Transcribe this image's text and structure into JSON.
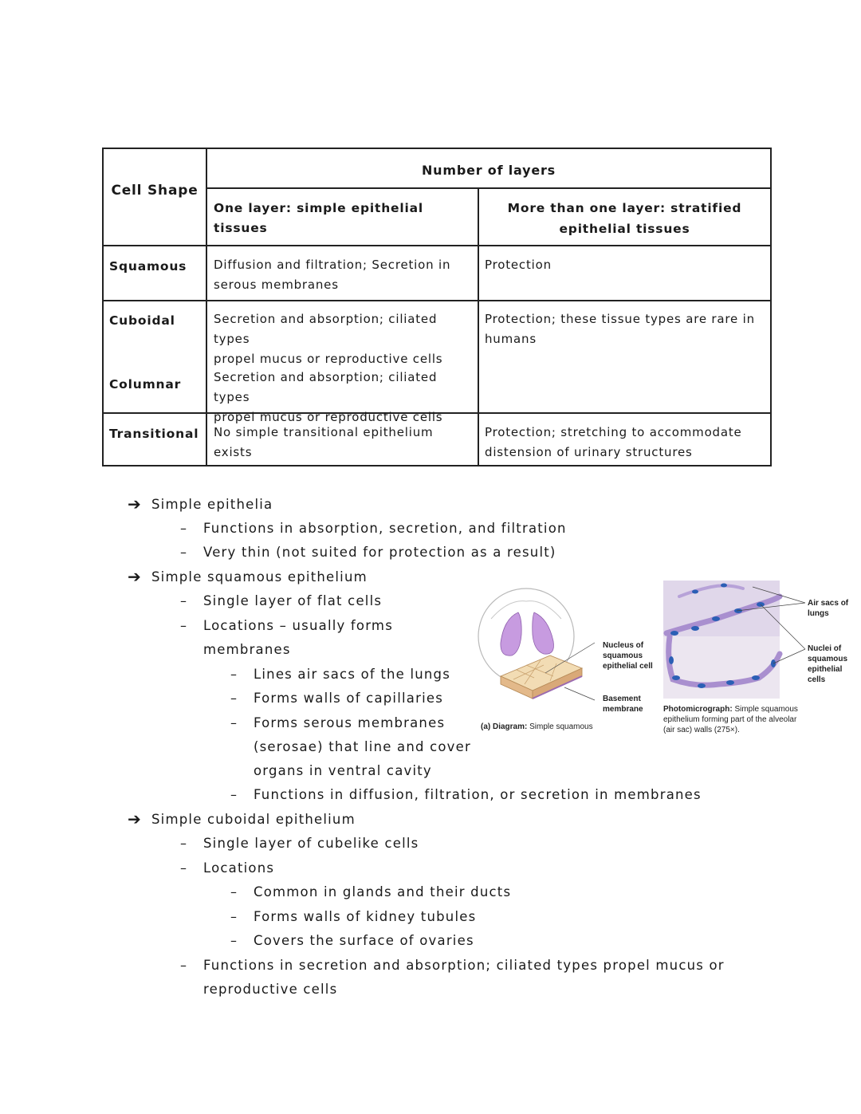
{
  "table": {
    "cell_shape_header": "Cell Shape",
    "layers_header": "Number of layers",
    "col_simple_header": "One layer: simple epithelial tissues",
    "col_stratified_header_l1": "More than one layer: stratified",
    "col_stratified_header_l2": "epithelial tissues",
    "rows": [
      {
        "shape": "Squamous",
        "simple_l1": "Diffusion and filtration; Secretion in",
        "simple_l2": "serous membranes",
        "stratified_l1": "Protection",
        "stratified_l2": ""
      },
      {
        "shape": "Cuboidal",
        "simple_l1": "Secretion and absorption; ciliated types",
        "simple_l2": "propel mucus or reproductive cells",
        "stratified_l1": "Protection; these tissue types are rare in",
        "stratified_l2": "humans"
      },
      {
        "shape": "Columnar",
        "simple_l1": "Secretion and absorption; ciliated types",
        "simple_l2": "propel mucus or reproductive cells",
        "stratified_l1": "",
        "stratified_l2": ""
      },
      {
        "shape": "Transitional",
        "simple_l1": "No simple transitional epithelium",
        "simple_l2": "exists",
        "stratified_l1": "Protection; stretching to accommodate",
        "stratified_l2": "distension of urinary structures"
      }
    ]
  },
  "notes": {
    "simple_epithelia": {
      "heading": "Simple epithelia",
      "items": [
        "Functions in absorption, secretion, and filtration",
        "Very thin (not suited for protection as a result)"
      ]
    },
    "simple_squamous": {
      "heading": "Simple squamous epithelium",
      "item1": "Single layer of flat cells",
      "item2_l1": "Locations –  usually forms",
      "item2_l2": "membranes",
      "sub1": "Lines air sacs of the lungs",
      "sub2": "Forms walls of capillaries",
      "sub3_l1": "Forms serous membranes",
      "sub3_l2": "(serosae) that line and cover",
      "sub3_l3": "organs in ventral cavity",
      "sub4": "Functions in diffusion, filtration, or secretion in membranes"
    },
    "simple_cuboidal": {
      "heading": "Simple cuboidal epithelium",
      "item1": "Single layer of cubelike cells",
      "item2": "Locations",
      "sub1": "Common in glands and their ducts",
      "sub2": "Forms walls of kidney tubules",
      "sub3": "Covers the surface of ovaries",
      "item3_l1": "Functions in secretion and absorption; ciliated types propel mucus or",
      "item3_l2": "reproductive cells"
    }
  },
  "figure": {
    "label_nucleus": [
      "Nucleus of",
      "squamous",
      "epithelial cell"
    ],
    "label_basement": [
      "Basement",
      "membrane"
    ],
    "caption_a_bold": "(a) Diagram:",
    "caption_a_text": " Simple squamous",
    "label_air_sacs": [
      "Air sacs of",
      "lungs"
    ],
    "label_nuclei": [
      "Nuclei of",
      "squamous",
      "epithelial",
      "cells"
    ],
    "caption_photo_bold": "Photomicrograph:",
    "caption_photo_l1": " Simple squamous",
    "caption_photo_l2": "epithelium forming part of the alveolar",
    "caption_photo_l3": "(air sac) walls (275×)."
  }
}
